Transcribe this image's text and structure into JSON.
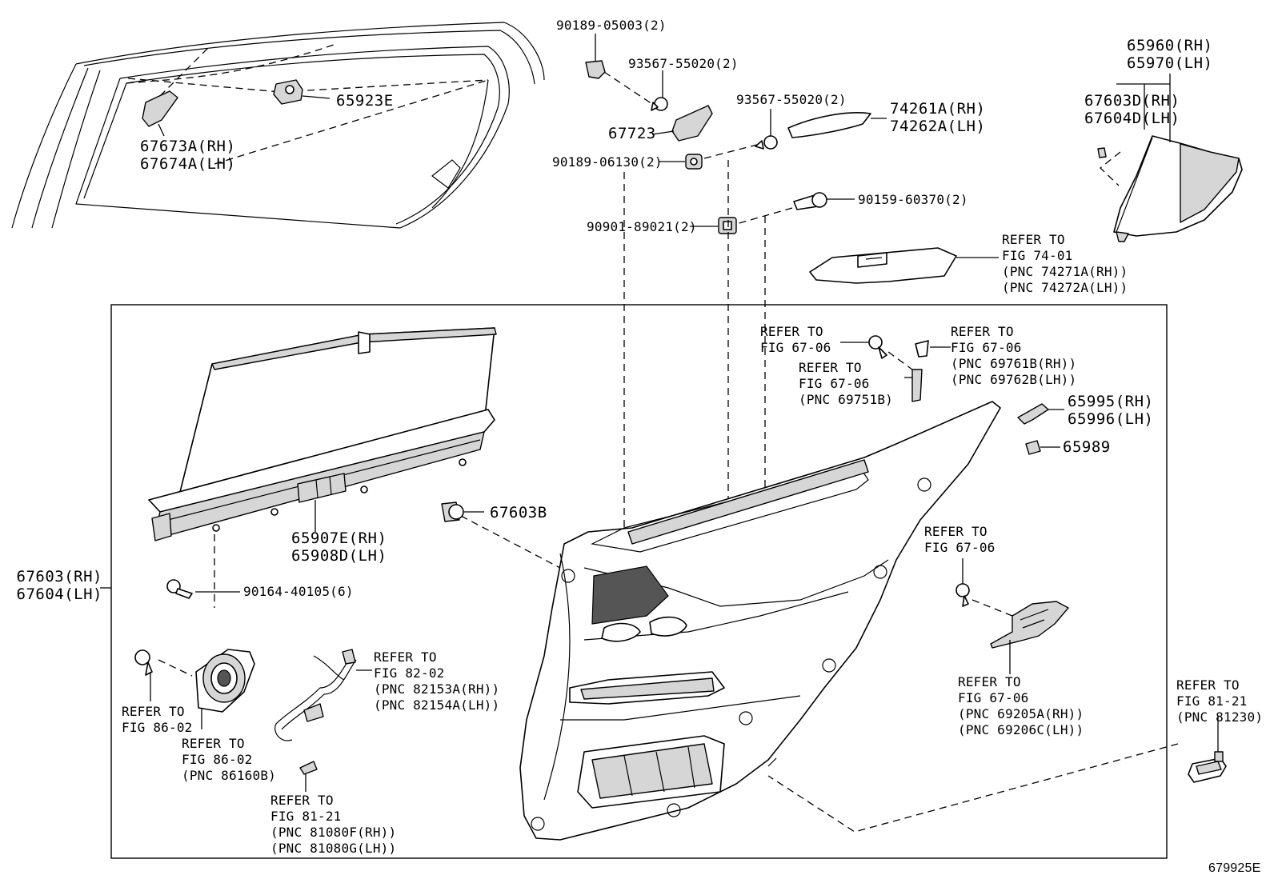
{
  "diagram_id": "679925E",
  "callouts": {
    "p65923E": "65923E",
    "p67673A": "67673A(RH)\n67674A(LH)",
    "p90189_05003": "90189-05003(2)",
    "p93567_55020_a": "93567-55020(2)",
    "p67723": "67723",
    "p93567_55020_b": "93567-55020(2)",
    "p74261A": "74261A(RH)\n74262A(LH)",
    "p90189_06130": "90189-06130(2)",
    "p90159_60370": "90159-60370(2)",
    "p90901_89021": "90901-89021(2)",
    "p65960": "65960(RH)\n65970(LH)",
    "p67603D": "67603D(RH)\n67604D(LH)",
    "ref_74_01": "REFER TO\nFIG 74-01\n(PNC 74271A(RH))\n(PNC 74272A(LH))",
    "ref_67_06_a": "REFER TO\nFIG 67-06",
    "ref_67_06_b": "REFER TO\nFIG 67-06\n(PNC 69751B)",
    "ref_67_06_c": "REFER TO\nFIG 67-06\n(PNC 69761B(RH))\n(PNC 69762B(LH))",
    "p65995": "65995(RH)\n65996(LH)",
    "p65989": "65989",
    "p67603B": "67603B",
    "p65907E": "65907E(RH)\n65908D(LH)",
    "p67603": "67603(RH)\n67604(LH)",
    "p90164_40105": "90164-40105(6)",
    "ref_67_06_d": "REFER TO\nFIG 67-06",
    "ref_82_02": "REFER TO\nFIG 82-02\n(PNC 82153A(RH))\n(PNC 82154A(LH))",
    "ref_86_02_a": "REFER TO\nFIG 86-02",
    "ref_86_02_b": "REFER TO\nFIG 86-02\n(PNC 86160B)",
    "ref_67_06_e": "REFER TO\nFIG 67-06\n(PNC 69205A(RH))\n(PNC 69206C(LH))",
    "ref_81_21_a": "REFER TO\nFIG 81-21\n(PNC 81230)",
    "ref_81_21_b": "REFER TO\nFIG 81-21\n(PNC 81080F(RH))\n(PNC 81080G(LH))"
  }
}
